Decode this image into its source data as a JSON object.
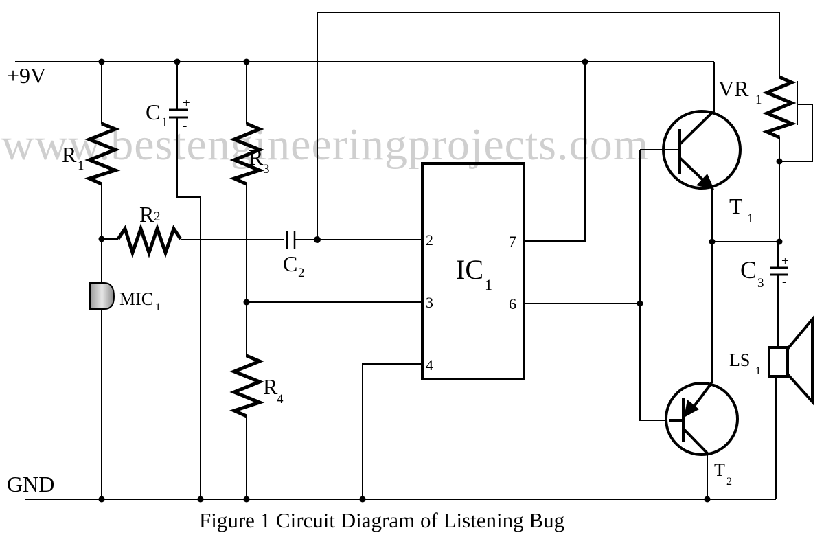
{
  "title": "Figure 1 Circuit Diagram of Listening Bug",
  "watermark": "www.bestengineeringprojects.com",
  "rails": {
    "positive": "+9V",
    "ground": "GND"
  },
  "components": {
    "R1": {
      "letter": "R",
      "sub": "1",
      "type": "resistor"
    },
    "R2": {
      "letter": "R",
      "sub": "2",
      "type": "resistor"
    },
    "R3": {
      "letter": "R",
      "sub": "3",
      "type": "resistor"
    },
    "R4": {
      "letter": "R",
      "sub": "4",
      "type": "resistor"
    },
    "C1": {
      "letter": "C",
      "sub": "1",
      "type": "electrolytic-capacitor",
      "plus": "+",
      "minus": "-"
    },
    "C2": {
      "letter": "C",
      "sub": "2",
      "type": "capacitor"
    },
    "C3": {
      "letter": "C",
      "sub": "3",
      "type": "electrolytic-capacitor",
      "plus": "+",
      "minus": "-"
    },
    "MIC1": {
      "letter": "MIC",
      "sub": "1",
      "type": "microphone"
    },
    "IC1": {
      "letter": "IC",
      "sub": "1",
      "type": "integrated-circuit",
      "pins": {
        "p2": "2",
        "p3": "3",
        "p4": "4",
        "p7": "7",
        "p6": "6"
      }
    },
    "VR1": {
      "letter": "VR",
      "sub": "1",
      "type": "variable-resistor"
    },
    "T1": {
      "letter": "T",
      "sub": "1",
      "type": "npn-transistor"
    },
    "T2": {
      "letter": "T",
      "sub": "2",
      "type": "pnp-transistor"
    },
    "LS1": {
      "letter": "LS",
      "sub": "1",
      "type": "loudspeaker"
    }
  }
}
